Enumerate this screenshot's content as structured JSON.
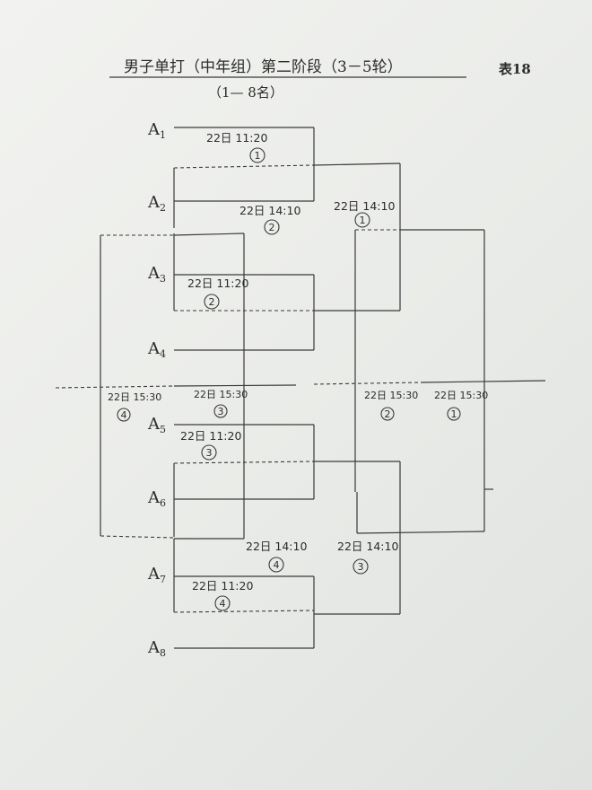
{
  "header": {
    "title": "男子单打（中年组）第二阶段（3－5轮）",
    "table_tag": "表18",
    "subtitle": "（1— 8名）"
  },
  "players": [
    {
      "label": "A",
      "sub": "1"
    },
    {
      "label": "A",
      "sub": "2"
    },
    {
      "label": "A",
      "sub": "3"
    },
    {
      "label": "A",
      "sub": "4"
    },
    {
      "label": "A",
      "sub": "5"
    },
    {
      "label": "A",
      "sub": "6"
    },
    {
      "label": "A",
      "sub": "7"
    },
    {
      "label": "A",
      "sub": "8"
    }
  ],
  "matches": [
    {
      "time": "22日 11:20",
      "number": "1"
    },
    {
      "time": "22日 14:10",
      "number": "2"
    },
    {
      "time": "22日 14:10",
      "number": "1"
    },
    {
      "time": "22日 11:20",
      "number": "2"
    },
    {
      "time": "22日 15:30",
      "number": "4"
    },
    {
      "time": "22日 15:30",
      "number": "3"
    },
    {
      "time": "22日 15:30",
      "number": "2"
    },
    {
      "time": "22日 15:30",
      "number": "1"
    },
    {
      "time": "22日 11:20",
      "number": "3"
    },
    {
      "time": "22日 14:10",
      "number": "4"
    },
    {
      "time": "22日 14:10",
      "number": "3"
    },
    {
      "time": "22日 11:20",
      "number": "4"
    }
  ]
}
